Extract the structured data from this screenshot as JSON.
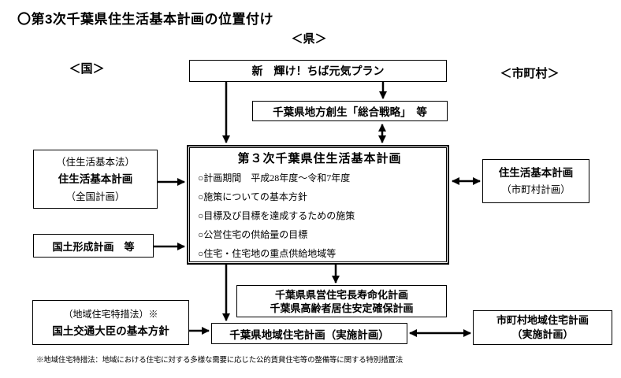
{
  "page": {
    "title": "〇第3次千葉県住生活基本計画の位置付け",
    "footnote": "※地域住宅特措法：地域における住宅に対する多様な需要に応じた公的賃貸住宅等の整備等に関する特別措置法"
  },
  "region_labels": {
    "prefecture": "＜県＞",
    "national": "＜国＞",
    "municipal": "＜市町村＞"
  },
  "boxes": {
    "genki_plan": {
      "title": "新　輝け！ちば元気プラン"
    },
    "sogo_senryaku": {
      "title": "千葉県地方創生「総合戦略」　等"
    },
    "main_plan": {
      "title": "第３次千葉県住生活基本計画",
      "bullets": [
        "○計画期間　平成28年度～令和7年度",
        "○施策についての基本方針",
        "○目標及び目標を達成するための施策",
        "○公営住宅の供給量の目標",
        "○住宅・住宅地の重点供給地域等"
      ]
    },
    "national_plan": {
      "law": "（住生活基本法）",
      "title": "住生活基本計画",
      "scope": "（全国計画）"
    },
    "kokudo_keisei": {
      "title": "国土形成計画　等"
    },
    "municipal_plan": {
      "title": "住生活基本計画",
      "scope": "（市町村計画）"
    },
    "chouju": {
      "line1": "千葉県県営住宅長寿命化計画",
      "line2": "千葉県高齢者居住安定確保計画"
    },
    "chiiki_jutaku": {
      "title": "千葉県地域住宅計画（実施計画）"
    },
    "minister_policy": {
      "law": "（地域住宅特措法）※",
      "title": "国土交通大臣の基本方針"
    },
    "municipal_chiiki": {
      "title": "市町村地域住宅計画",
      "scope": "（実施計画）"
    }
  },
  "colors": {
    "line": "#000000",
    "background": "#ffffff",
    "text": "#000000"
  }
}
